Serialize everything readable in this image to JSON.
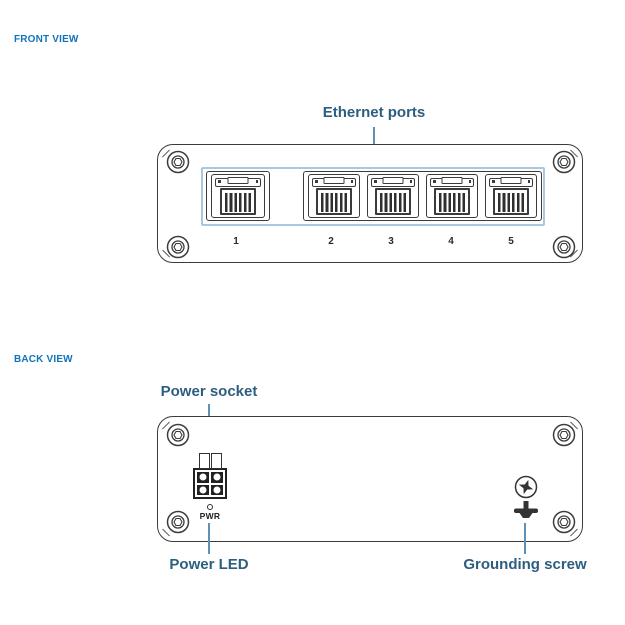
{
  "front_view": {
    "heading": "FRONT VIEW",
    "ethernet_callout": "Ethernet ports",
    "port_numbers": [
      "1",
      "2",
      "3",
      "4",
      "5"
    ]
  },
  "back_view": {
    "heading": "BACK VIEW",
    "power_socket_callout": "Power socket",
    "power_led_callout": "Power LED",
    "grounding_screw_callout": "Grounding screw",
    "power_led_text": "PWR"
  },
  "colors": {
    "section_heading": "#1173b9",
    "callout_text": "#2d5e80",
    "callout_line": "#5d92b8",
    "device_outline": "#3b3b3b",
    "ports_highlight": "#a9c7e0",
    "background": "#ffffff"
  }
}
